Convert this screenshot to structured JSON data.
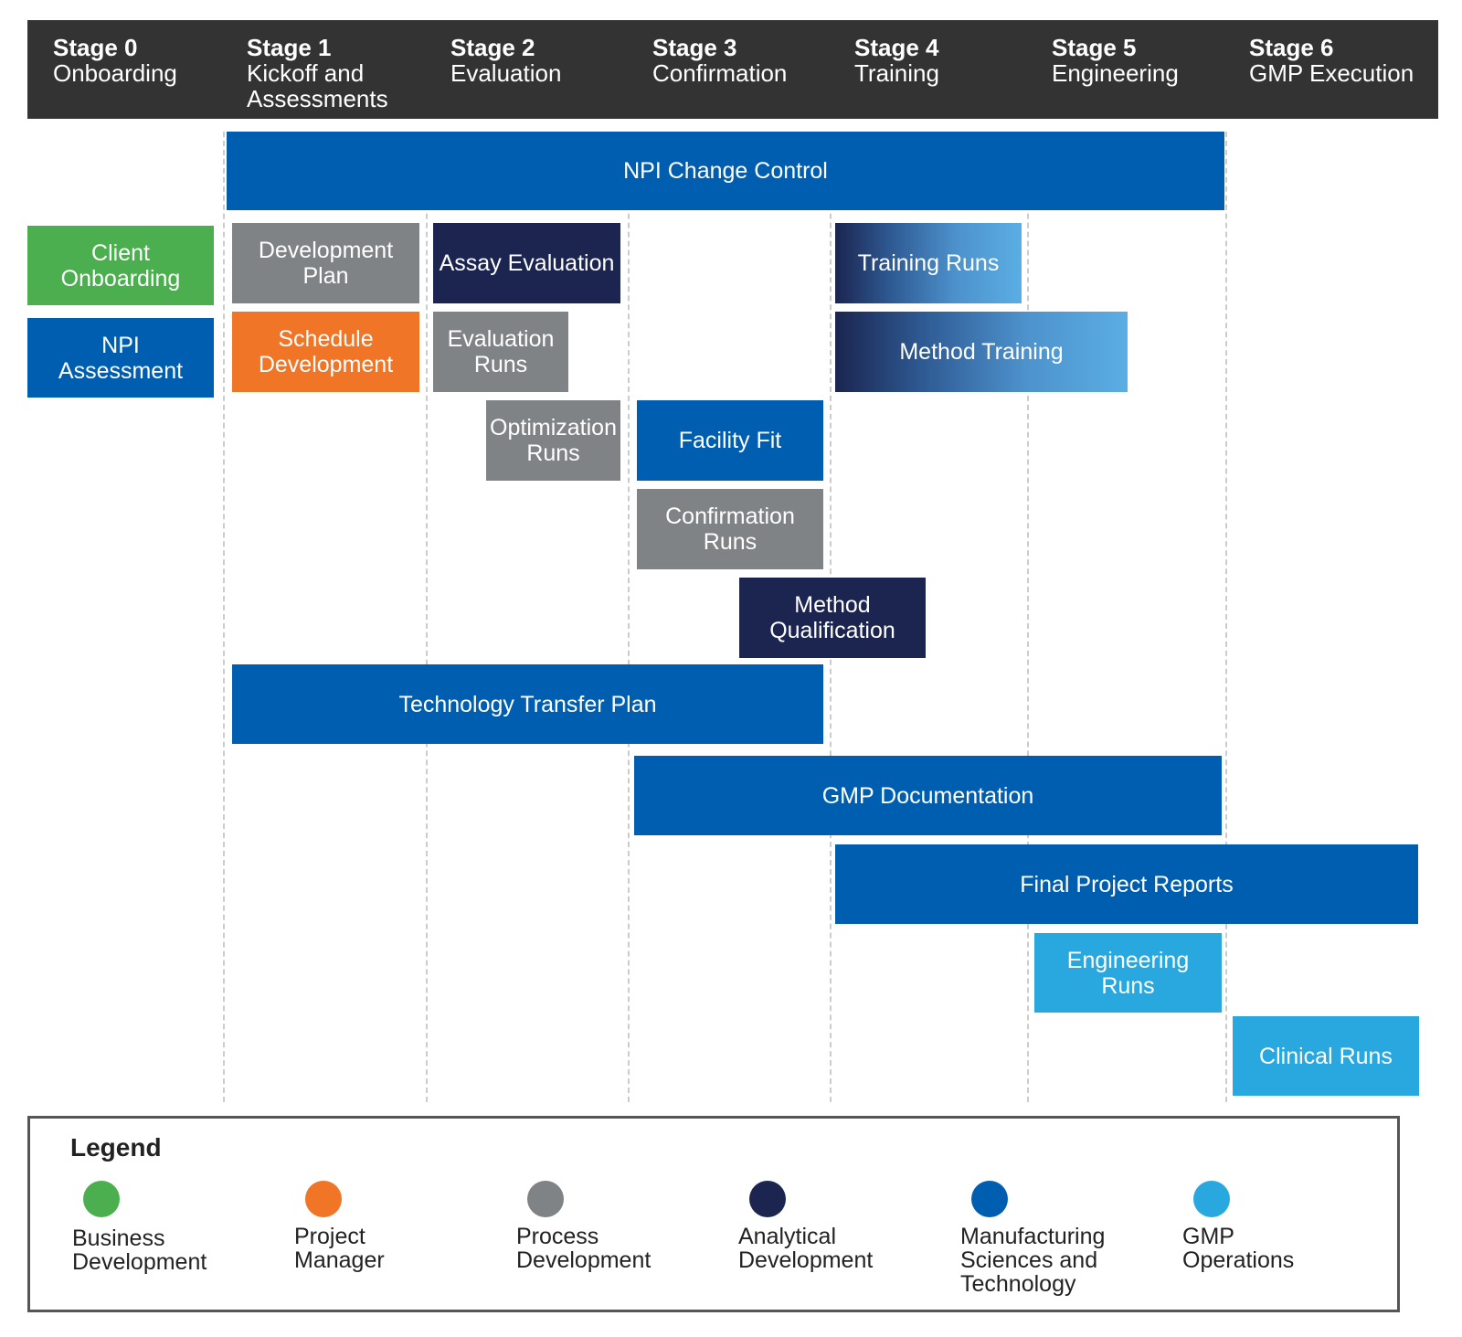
{
  "stages": [
    {
      "num": "Stage 0",
      "name": "Onboarding"
    },
    {
      "num": "Stage 1",
      "name": "Kickoff and\nAssessments"
    },
    {
      "num": "Stage 2",
      "name": "Evaluation"
    },
    {
      "num": "Stage 3",
      "name": "Confirmation"
    },
    {
      "num": "Stage 4",
      "name": "Training"
    },
    {
      "num": "Stage 5",
      "name": "Engineering"
    },
    {
      "num": "Stage 6",
      "name": "GMP Execution"
    }
  ],
  "tasks": {
    "npi_change_control": "NPI Change Control",
    "client_onboarding": "Client\nOnboarding",
    "npi_assessment": "NPI\nAssessment",
    "development_plan": "Development\nPlan",
    "schedule_development": "Schedule\nDevelopment",
    "assay_evaluation": "Assay Evaluation",
    "evaluation_runs": "Evaluation\nRuns",
    "optimization_runs": "Optimization\nRuns",
    "facility_fit": "Facility Fit",
    "confirmation_runs": "Confirmation\nRuns",
    "method_qualification": "Method\nQualification",
    "training_runs": "Training Runs",
    "method_training": "Method Training",
    "technology_transfer_plan": "Technology Transfer Plan",
    "gmp_documentation": "GMP Documentation",
    "final_project_reports": "Final Project Reports",
    "engineering_runs": "Engineering\nRuns",
    "clinical_runs": "Clinical Runs"
  },
  "legend": {
    "title": "Legend",
    "items": [
      {
        "label": "Business\nDevelopment",
        "color": "#4caf4f"
      },
      {
        "label": "Project\nManager",
        "color": "#f07527"
      },
      {
        "label": "Process\nDevelopment",
        "color": "#808386"
      },
      {
        "label": "Analytical\nDevelopment",
        "color": "#1b2550"
      },
      {
        "label": "Manufacturing\nSciences and\nTechnology",
        "color": "#005eb0"
      },
      {
        "label": "GMP\nOperations",
        "color": "#29a8e0"
      }
    ]
  }
}
